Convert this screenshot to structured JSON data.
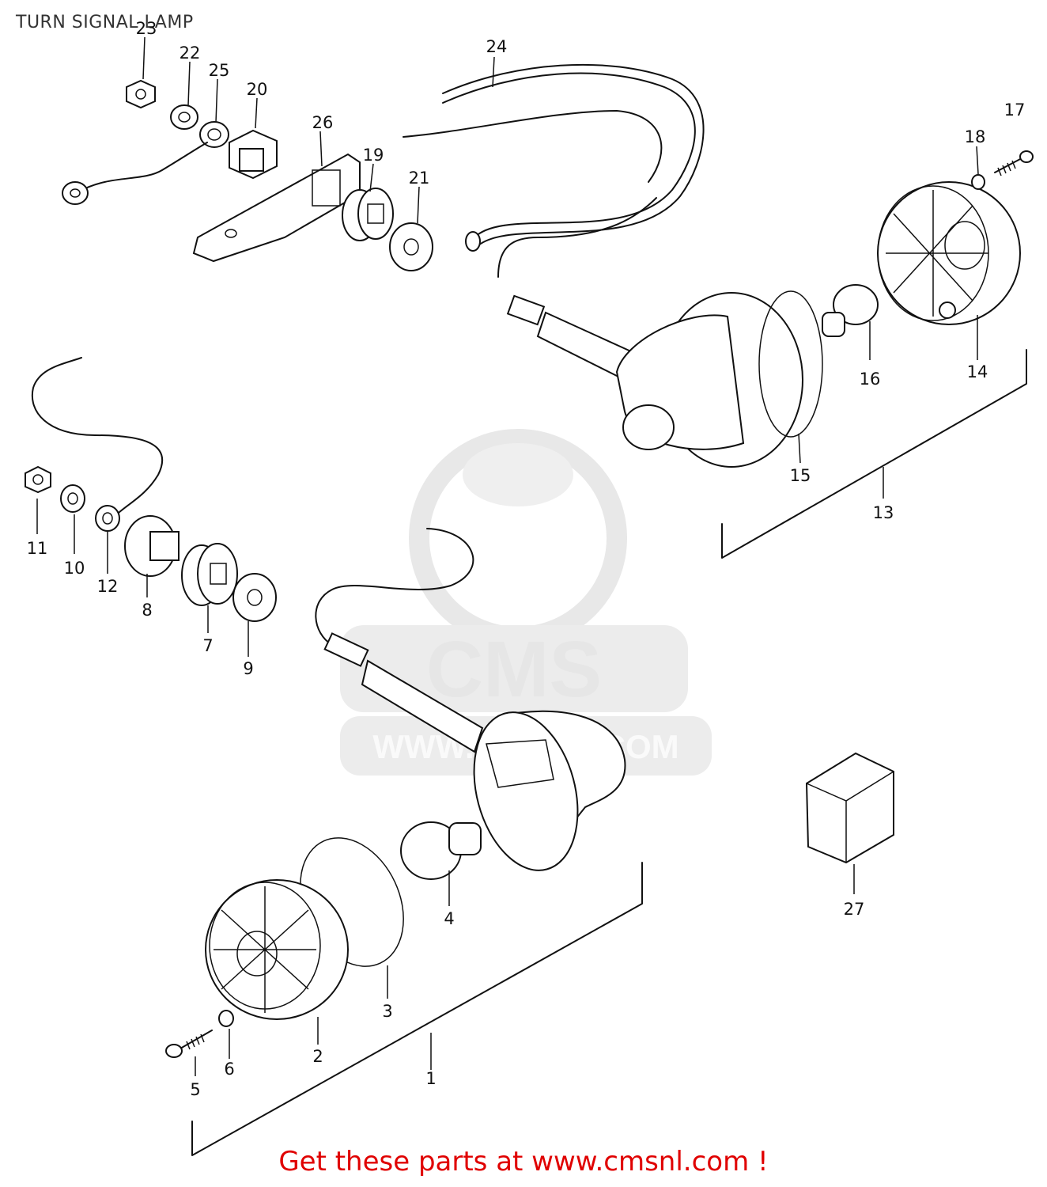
{
  "title": "TURN SIGNAL LAMP",
  "watermark": {
    "brand": "CMS",
    "url": "WWW.CMSNL.COM"
  },
  "promo": "Get these parts at www.cmsnl.com !",
  "callouts": [
    {
      "id": "1",
      "label": "1"
    },
    {
      "id": "2",
      "label": "2"
    },
    {
      "id": "3",
      "label": "3"
    },
    {
      "id": "4",
      "label": "4"
    },
    {
      "id": "5",
      "label": "5"
    },
    {
      "id": "6",
      "label": "6"
    },
    {
      "id": "7",
      "label": "7"
    },
    {
      "id": "8",
      "label": "8"
    },
    {
      "id": "9",
      "label": "9"
    },
    {
      "id": "10",
      "label": "10"
    },
    {
      "id": "11",
      "label": "11"
    },
    {
      "id": "12",
      "label": "12"
    },
    {
      "id": "13",
      "label": "13"
    },
    {
      "id": "14",
      "label": "14"
    },
    {
      "id": "15",
      "label": "15"
    },
    {
      "id": "16",
      "label": "16"
    },
    {
      "id": "17",
      "label": "17"
    },
    {
      "id": "18",
      "label": "18"
    },
    {
      "id": "19",
      "label": "19"
    },
    {
      "id": "20",
      "label": "20"
    },
    {
      "id": "21",
      "label": "21"
    },
    {
      "id": "22",
      "label": "22"
    },
    {
      "id": "23",
      "label": "23"
    },
    {
      "id": "24",
      "label": "24"
    },
    {
      "id": "25",
      "label": "25"
    },
    {
      "id": "26",
      "label": "26"
    },
    {
      "id": "27",
      "label": "27"
    }
  ]
}
